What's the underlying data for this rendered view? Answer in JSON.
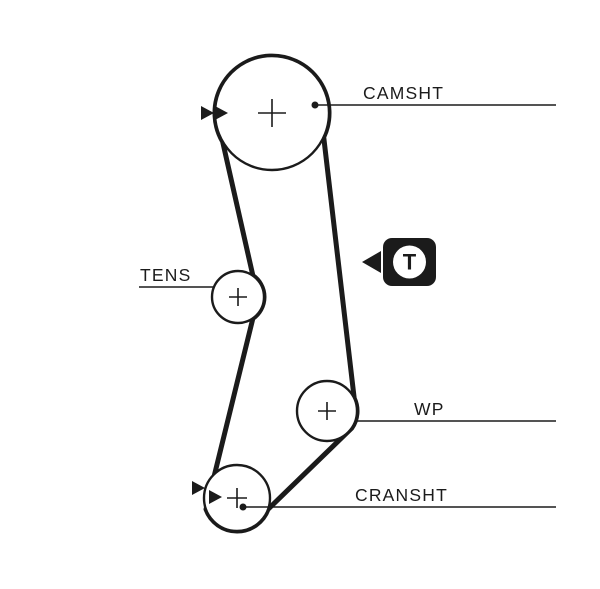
{
  "diagram": {
    "kind": "timing-belt-routing-diagram",
    "labels": {
      "camshaft": "CAMSHT",
      "tensioner": "TENS",
      "water_pump": "WP",
      "crankshaft": "CRANSHT"
    },
    "marker": {
      "letter": "T"
    },
    "colors": {
      "line": "#1b1b1b",
      "background": "#ffffff"
    }
  }
}
